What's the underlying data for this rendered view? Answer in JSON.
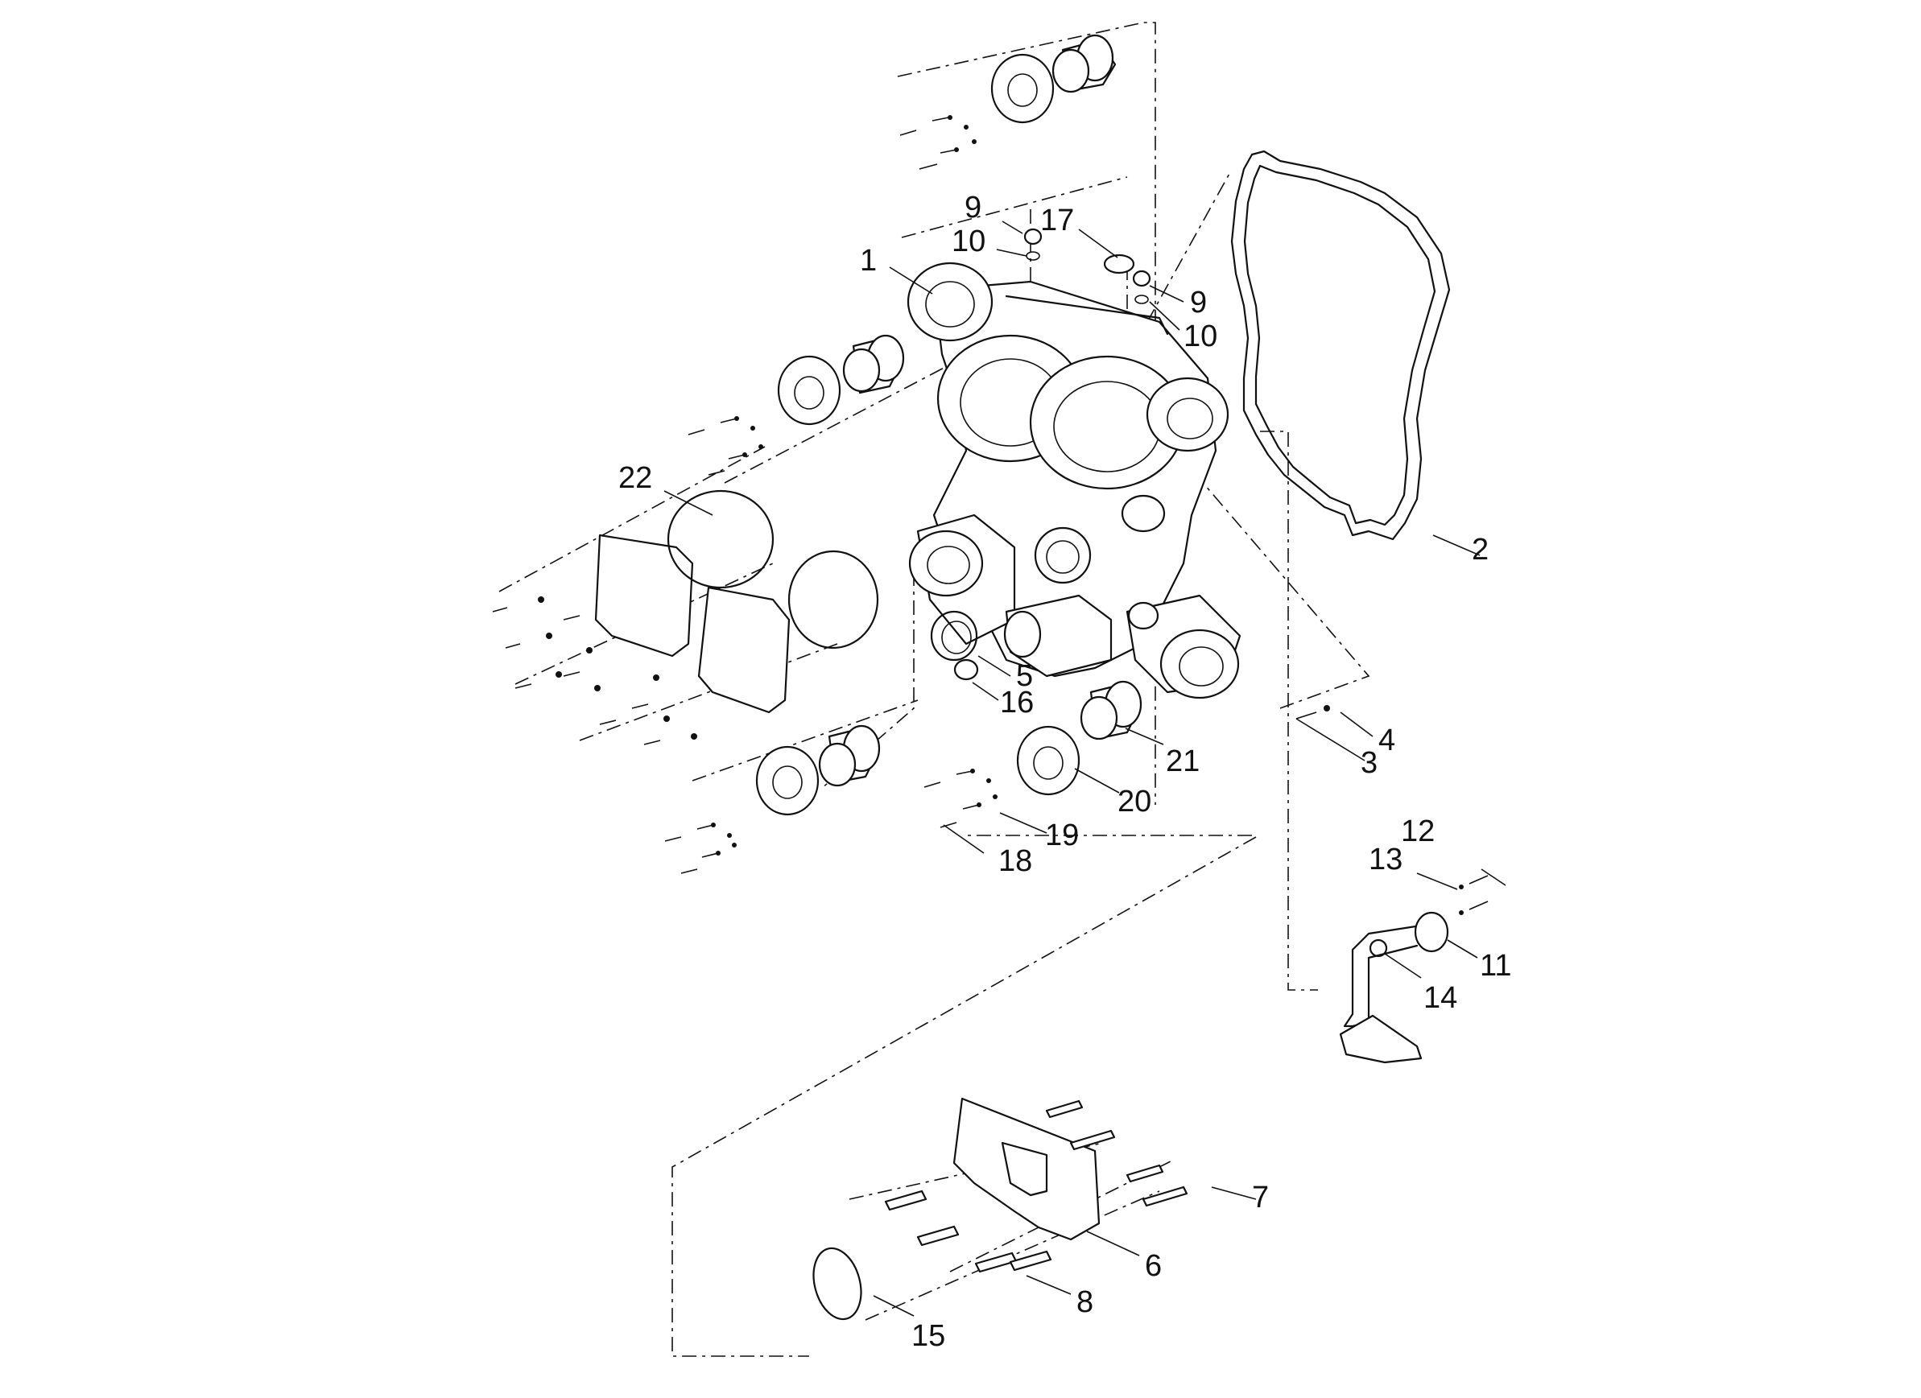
{
  "callouts": {
    "c1": "1",
    "c2": "2",
    "c3": "3",
    "c4": "4",
    "c5": "5",
    "c6": "6",
    "c7": "7",
    "c8": "8",
    "c9a": "9",
    "c9b": "9",
    "c10a": "10",
    "c10b": "10",
    "c11": "11",
    "c12": "12",
    "c13": "13",
    "c14": "14",
    "c15": "15",
    "c16": "16",
    "c17": "17",
    "c18": "18",
    "c19": "19",
    "c20": "20",
    "c21": "21",
    "c22": "22"
  }
}
